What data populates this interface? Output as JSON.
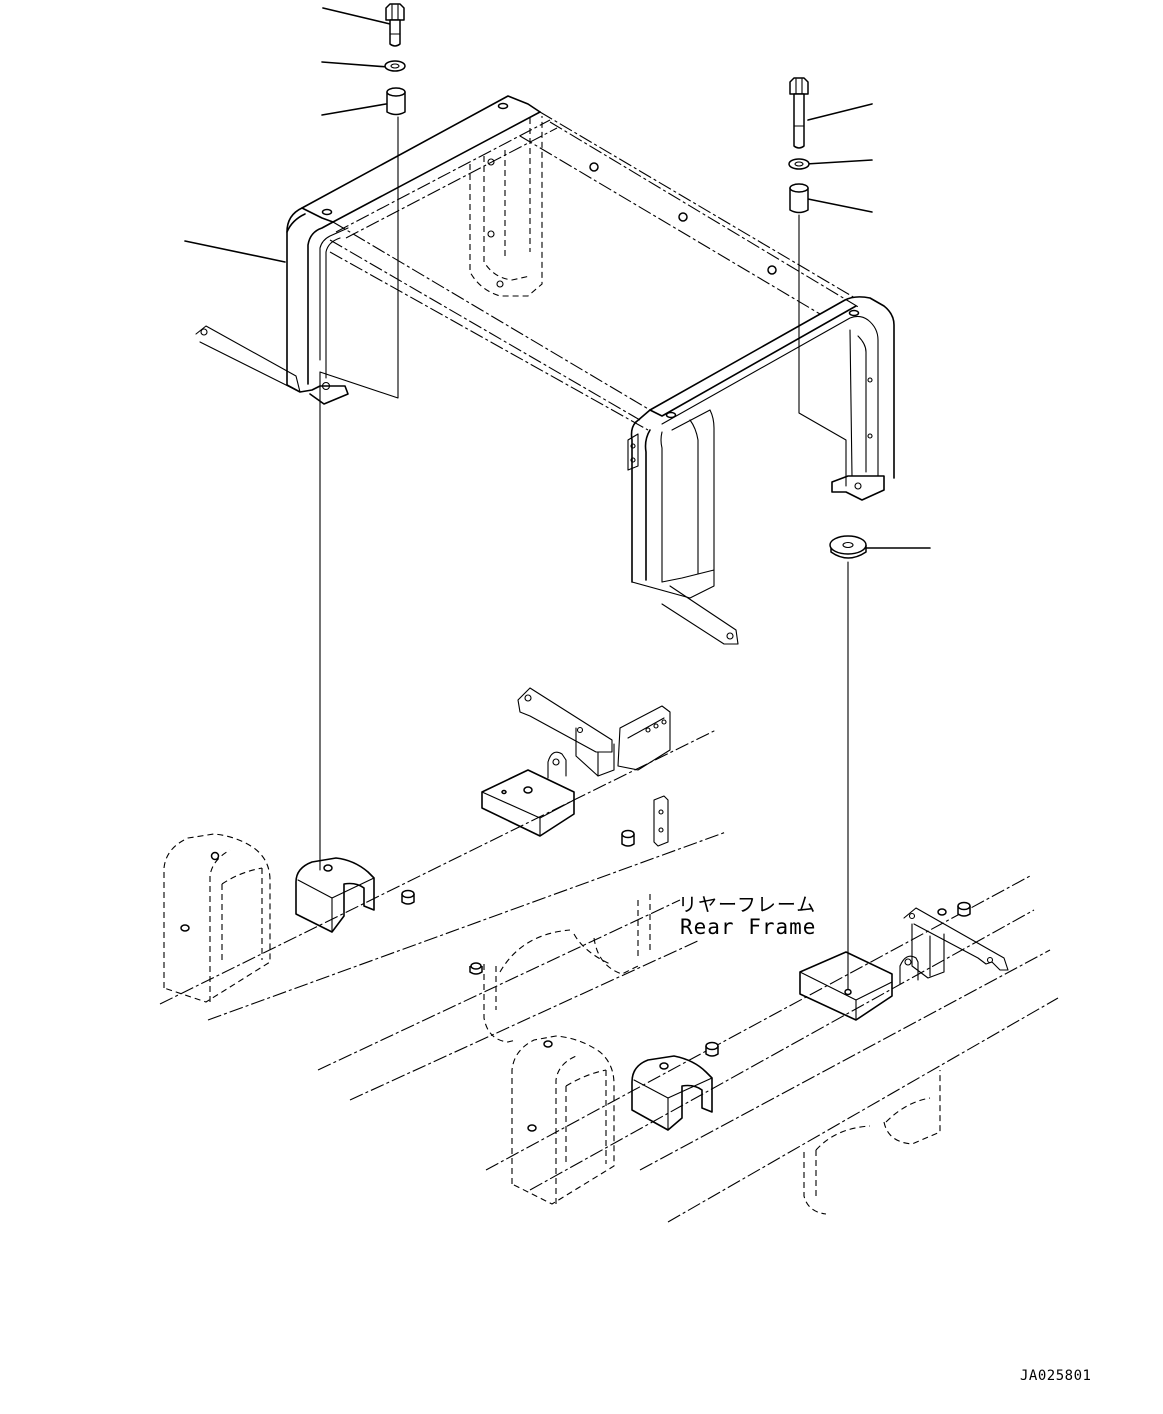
{
  "diagram": {
    "frame_label_jp": "リヤーフレーム",
    "frame_label_en": "Rear Frame",
    "drawing_id": "JA025801"
  },
  "parts": [
    {
      "name": "bolt-left"
    },
    {
      "name": "washer-left"
    },
    {
      "name": "spacer-left"
    },
    {
      "name": "guard-frame"
    },
    {
      "name": "bolt-right"
    },
    {
      "name": "washer-right"
    },
    {
      "name": "spacer-right"
    },
    {
      "name": "rubber-mount"
    }
  ]
}
